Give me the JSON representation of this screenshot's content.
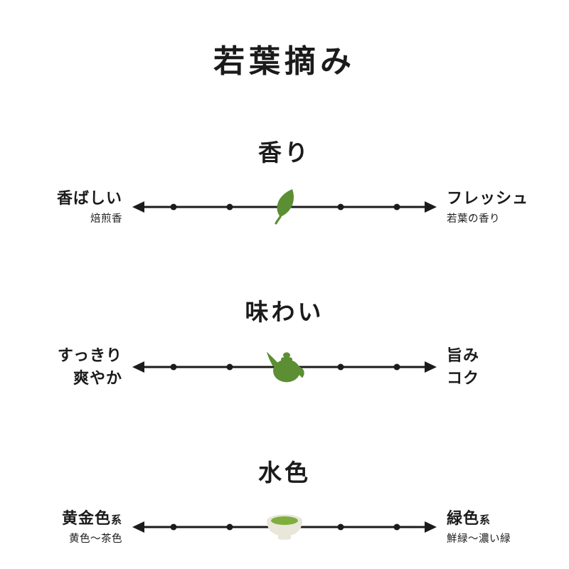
{
  "title": "若葉摘み",
  "colors": {
    "accent-green": "#5c8f33",
    "tea-green": "#7fae3e",
    "cup-cream": "#e9e6da",
    "ink": "#1b1b1b"
  },
  "scales": [
    {
      "id": "aroma",
      "title": "香り",
      "left_label": "香ばしい",
      "left_sub": "焙煎香",
      "right_label": "フレッシュ",
      "right_sub": "若葉の香り",
      "icon": "leaf-icon",
      "value": 3,
      "max": 5,
      "position": "center"
    },
    {
      "id": "taste",
      "title": "味わい",
      "left_label": "すっきり",
      "left_sub": "爽やか",
      "right_label": "旨み",
      "right_sub": "コク",
      "icon": "teapot-icon",
      "value": 3,
      "max": 5,
      "position": "center"
    },
    {
      "id": "liquor-color",
      "title": "水色",
      "left_label": "黄金色",
      "left_suffix": "系",
      "left_sub": "黄色〜茶色",
      "right_label": "緑色",
      "right_suffix": "系",
      "right_sub": "鮮緑〜濃い緑",
      "icon": "teacup-icon",
      "value": 3,
      "max": 5,
      "position": "center"
    }
  ]
}
